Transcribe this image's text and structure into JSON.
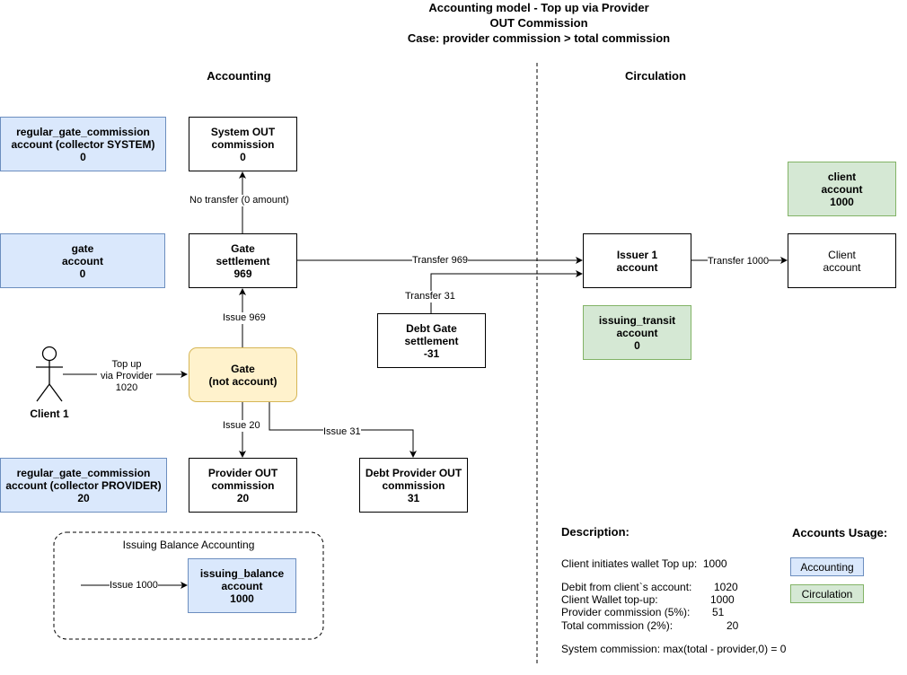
{
  "title": {
    "line1": "Accounting model - Top up via Provider",
    "line2": "OUT Commission",
    "line3": "Case: provider commission > total commission"
  },
  "sections": {
    "accounting": "Accounting",
    "circulation": "Circulation"
  },
  "nodes": {
    "regular_gate_system": [
      "regular_gate_commission",
      "account (collector SYSTEM)",
      "0"
    ],
    "system_out": [
      "System OUT",
      "commission",
      "0"
    ],
    "gate_account": [
      "gate",
      "account",
      "0"
    ],
    "gate_settlement": [
      "Gate",
      "settlement",
      "969"
    ],
    "gate": [
      "Gate",
      "(not account)"
    ],
    "debt_gate_settlement": [
      "Debt Gate",
      "settlement",
      "-31"
    ],
    "regular_gate_provider": [
      "regular_gate_commission",
      "account (collector PROVIDER)",
      "20"
    ],
    "provider_out": [
      "Provider OUT",
      "commission",
      "20"
    ],
    "debt_provider_out": [
      "Debt Provider OUT",
      "commission",
      "31"
    ],
    "issuing_balance": [
      "issuing_balance",
      "account",
      "1000"
    ],
    "client_account_green": [
      "client",
      "account",
      "1000"
    ],
    "issuer": [
      "Issuer 1",
      "account"
    ],
    "client_account": [
      "Client",
      "account"
    ],
    "issuing_transit": [
      "issuing_transit",
      "account",
      "0"
    ]
  },
  "client": {
    "label": "Client 1"
  },
  "edges": {
    "no_transfer": "No transfer (0  amount)",
    "issue_969": "Issue 969",
    "transfer_969": "Transfer 969",
    "transfer_31": "Transfer 31",
    "transfer_1000": "Transfer 1000",
    "top_up": [
      "Top up",
      "via Provider",
      "1020"
    ],
    "issue_20": "Issue 20",
    "issue_31": "Issue 31",
    "issue_1000": "Issue 1000"
  },
  "issuing_group": {
    "label": "Issuing Balance Accounting"
  },
  "description": {
    "heading": "Description:",
    "lines": [
      [
        "Client initiates wallet Top up:",
        "1000"
      ],
      [
        "Debit from client`s account:",
        "1020"
      ],
      [
        "Client Wallet top-up:",
        "1000"
      ],
      [
        "Provider commission (5%):",
        "51"
      ],
      [
        "Total commission (2%):",
        "20"
      ]
    ],
    "formula": "System commission: max(total - provider,0) = 0"
  },
  "legend": {
    "heading": "Accounts Usage:",
    "accounting": "Accounting",
    "circulation": "Circulation",
    "colors": {
      "accounting": "#dae8fc",
      "circulation": "#d5e8d4"
    }
  }
}
